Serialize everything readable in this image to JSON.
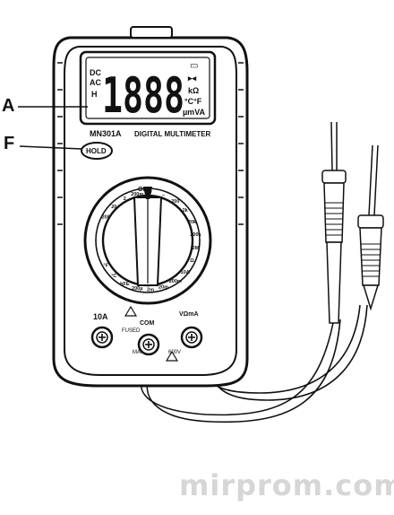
{
  "callouts": {
    "a": "A",
    "f": "F"
  },
  "display": {
    "digits": "1888",
    "right_indicators": [
      "▭",
      "▸◂",
      "kΩ",
      "°C°F",
      "µmVA"
    ],
    "left_indicators": [
      "DC",
      "AC",
      "H"
    ]
  },
  "model_label": "MN301A",
  "product_label": "DIGITAL MULTIMETER",
  "hold_button": "HOLD",
  "dial": {
    "off_label": "OFF",
    "ring_marks": [
      "200",
      "20",
      "2",
      "200m",
      "V",
      "~",
      "200",
      "2k",
      "20k",
      "200k",
      "2M",
      "Ω",
      "10A",
      "200m",
      "20m",
      "2m",
      "200µ",
      "hFE",
      "°C",
      "°F"
    ]
  },
  "terminals": {
    "left_label": "10A",
    "center_label": "COM",
    "right_label": "VΩmA",
    "left_note": "FUSED",
    "center_note": "MAX",
    "right_note": "600V"
  },
  "watermark": "mirprom.com",
  "colors": {
    "outline": "#111111",
    "body": "#ffffff",
    "shade": "#e6e6e6",
    "watermark": "#d6d6d6"
  }
}
